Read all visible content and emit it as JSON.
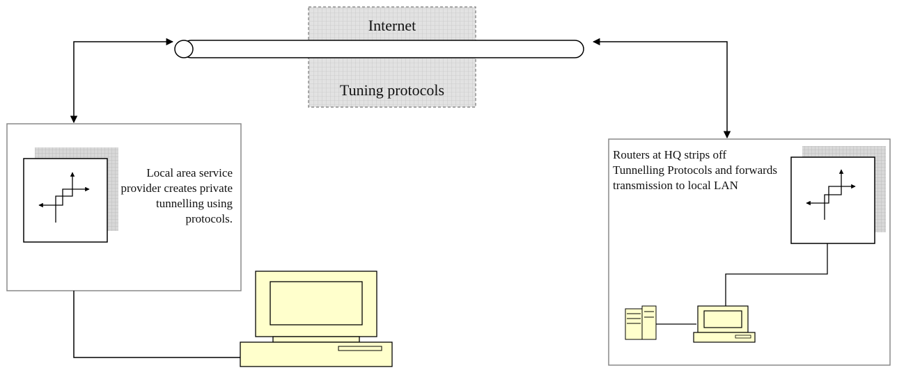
{
  "cloud": {
    "top_label": "Internet",
    "bottom_label": "Tuning protocols"
  },
  "left_site": {
    "description": "Local area service provider creates private tunnelling using protocols."
  },
  "right_site": {
    "description": "Routers at HQ strips off Tunnelling Protocols and forwards transmission to local LAN"
  },
  "colors": {
    "line": "#000000",
    "box_border": "#888888",
    "cloud_fill": "#e2e2e2",
    "router_shadow": "#d0d0d0",
    "computer_fill": "#ffffcc"
  }
}
